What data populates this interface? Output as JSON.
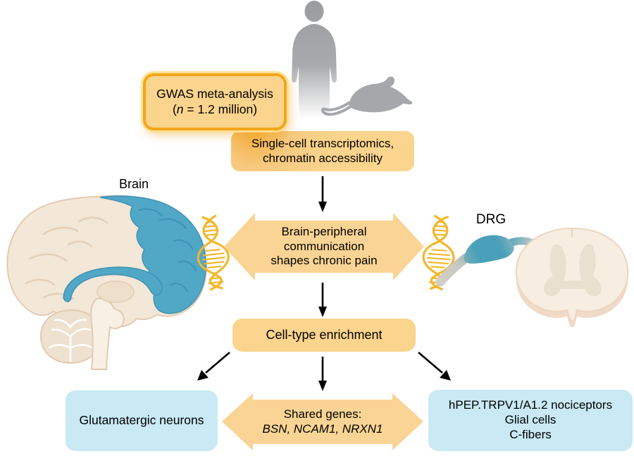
{
  "figure": {
    "colors": {
      "orange_fill": "#FBD48D",
      "orange_border": "#F2A71B",
      "arrow_orange_fill": "#FAD494",
      "blue_box_fill": "#C9E9F4",
      "dna_gold": "#F2B72C",
      "brain_highlight_blue": "#51A7C6",
      "silhouette_gray": "#9EA0A3",
      "text": "#000000"
    },
    "boxes": {
      "gwas": {
        "line1": "GWAS meta-analysis",
        "paren_open": "(",
        "n_var": "n",
        "n_rest": " = 1.2 million)"
      },
      "single_cell": {
        "line1": "Single-cell transcriptomics,",
        "line2": "chromatin accessibility"
      },
      "cell_type": {
        "label": "Cell-type enrichment"
      },
      "glutamatergic": {
        "label": "Glutamatergic neurons"
      },
      "peripheral": {
        "line1": "hPEP.TRPV1/A1.2 nociceptors",
        "line2": "Glial cells",
        "line3": "C-fibers"
      }
    },
    "arrows": {
      "central": {
        "line1": "Brain-peripheral",
        "line2": "communication",
        "line3": "shapes chronic pain"
      },
      "shared": {
        "line1": "Shared genes:",
        "line2_italic": "BSN, NCAM1, NRXN1"
      }
    },
    "labels": {
      "brain": "Brain",
      "drg": "DRG"
    }
  }
}
